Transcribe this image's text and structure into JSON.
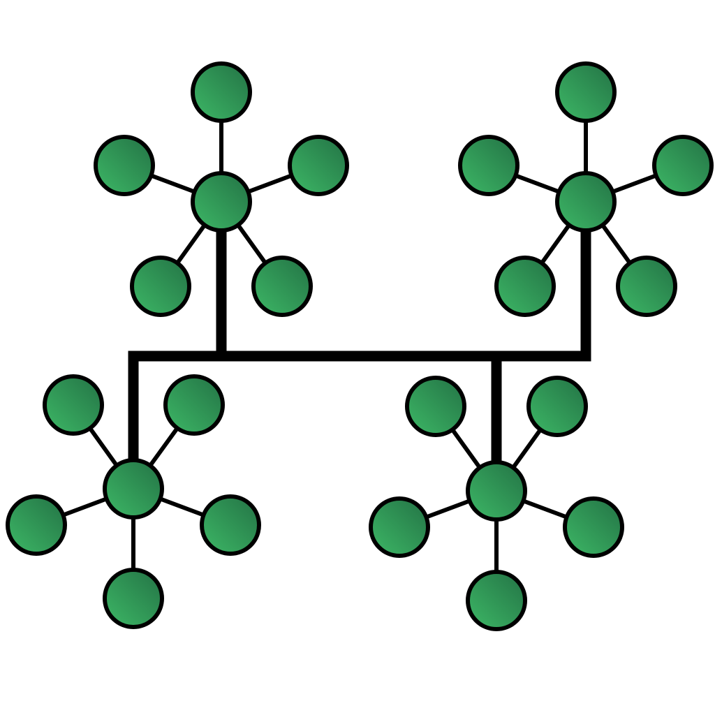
{
  "diagram": {
    "kind": "tree-topology network",
    "colors": {
      "node_fill_light": "#3db866",
      "node_fill_dark": "#237245",
      "outline": "#000000",
      "background": "#ffffff"
    },
    "backbone": {
      "segments": 1,
      "connects": [
        "hub-top-left",
        "hub-top-right",
        "hub-bottom-left",
        "hub-bottom-right"
      ]
    },
    "stars": [
      {
        "id": "hub-top-left",
        "hub": "hub-top-left",
        "leaf_count": 5
      },
      {
        "id": "hub-top-right",
        "hub": "hub-top-right",
        "leaf_count": 5
      },
      {
        "id": "hub-bottom-left",
        "hub": "hub-bottom-left",
        "leaf_count": 5
      },
      {
        "id": "hub-bottom-right",
        "hub": "hub-bottom-right",
        "leaf_count": 5
      }
    ]
  }
}
